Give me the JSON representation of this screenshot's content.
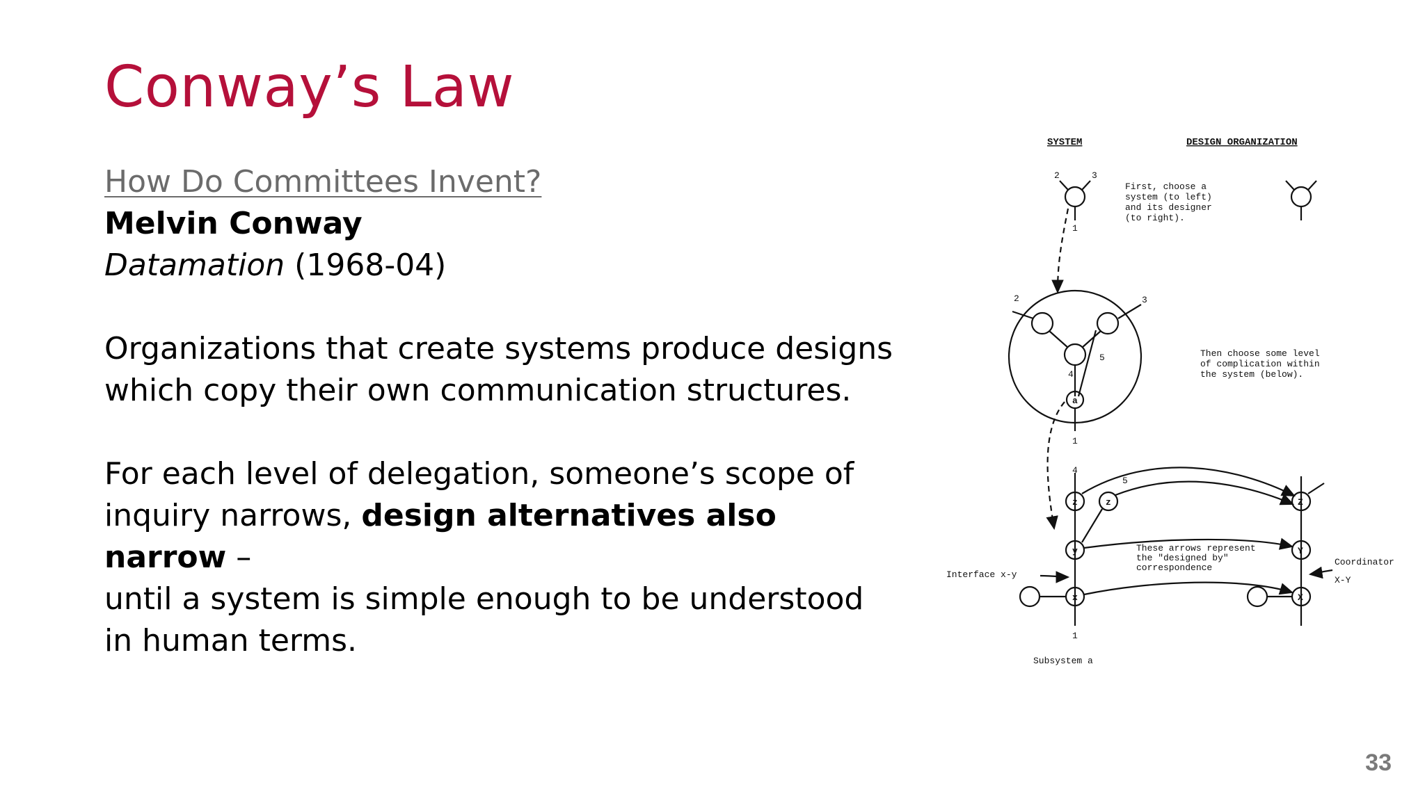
{
  "slide": {
    "title": "Conway’s Law",
    "reference": {
      "link_text": "How Do Committees Invent?",
      "author": "Melvin Conway",
      "publication": "Datamation",
      "date": "(1968-04)"
    },
    "paragraph1": {
      "line1": "Organizations that create systems produce designs",
      "line2": "which copy their own communication structures."
    },
    "paragraph2": {
      "line1": "For each level of delegation, someone’s scope of",
      "line2_pre": "inquiry narrows, ",
      "line2_bold": "design alternatives also narrow",
      "line2_post": " –",
      "line3": "until a system is simple enough to be understood",
      "line4": "in human terms."
    },
    "page_number": "33"
  },
  "figure": {
    "header_system": "SYSTEM",
    "header_design_org": "DESIGN ORGANIZATION",
    "note1": [
      "First, choose a",
      "system (to left)",
      "and its designer",
      "(to right)."
    ],
    "note2": [
      "Then choose some level",
      "of complication within",
      "the system (below)."
    ],
    "note3": [
      "These arrows represent",
      "the \"designed by\"",
      "correspondence"
    ],
    "label_interface": "Interface x-y",
    "label_coordinator": "Coordinator",
    "label_xy": "X-Y",
    "label_subsystem": "Subsystem a",
    "node_labels": {
      "one": "1",
      "two": "2",
      "three": "3",
      "four": "4",
      "five": "5",
      "a": "a",
      "z_small": "z",
      "y_small": "y",
      "x_small": "x",
      "z_cap": "Z",
      "y_cap": "Y",
      "x_cap": "X"
    }
  }
}
